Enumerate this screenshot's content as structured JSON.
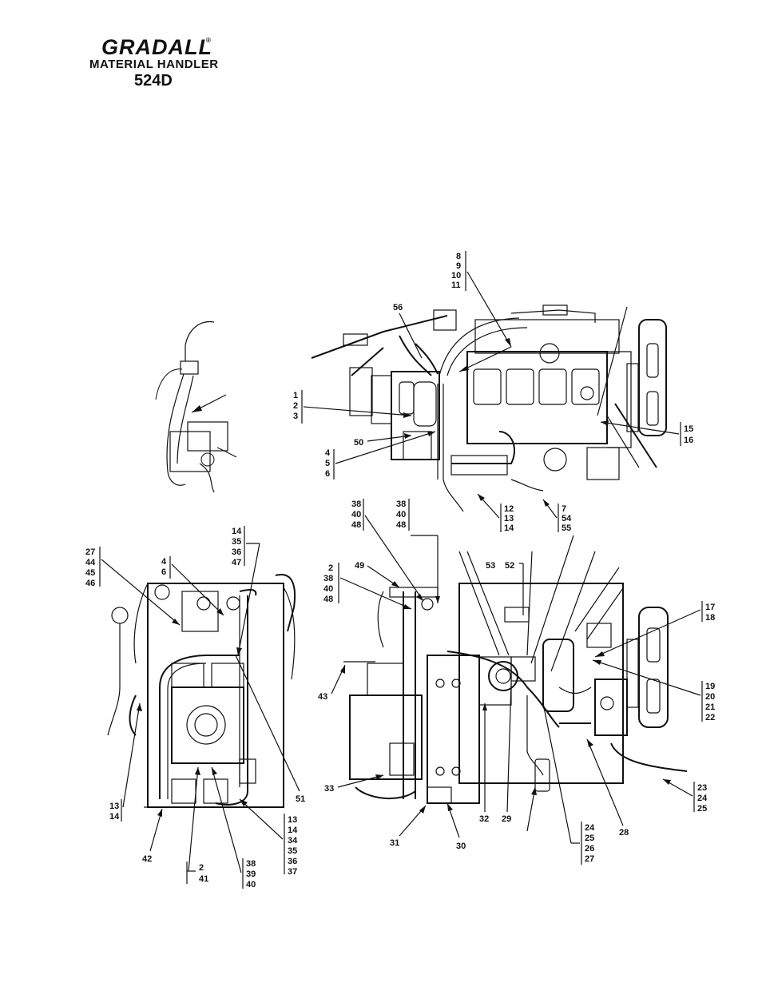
{
  "header": {
    "brand": "GRADALL",
    "registered_mark": "®",
    "subtitle": "MATERIAL HANDLER",
    "model": "524D"
  },
  "callouts": {
    "top": {
      "c8_11": [
        "8",
        "9",
        "10",
        "11"
      ],
      "c56": "56",
      "c1_3": [
        "1",
        "2",
        "3"
      ],
      "c50": "50",
      "c4_6": [
        "4",
        "5",
        "6"
      ],
      "c15_16": [
        "15",
        "16"
      ],
      "c12_14": [
        "12",
        "13",
        "14"
      ],
      "c7_55": [
        "7",
        "54",
        "55"
      ]
    },
    "left": {
      "c27_46": [
        "27",
        "44",
        "45",
        "46"
      ],
      "c4_6": [
        "4",
        "6"
      ],
      "c14_47": [
        "14",
        "35",
        "36",
        "47"
      ],
      "c13_14": [
        "13",
        "14"
      ],
      "c42": "42",
      "c2_41": [
        "2",
        "41"
      ],
      "c38_40": [
        "38",
        "39",
        "40"
      ],
      "c13_37": [
        "13",
        "14",
        "34",
        "35",
        "36",
        "37"
      ],
      "c51": "51"
    },
    "right": {
      "c38a": [
        "38",
        "40",
        "48"
      ],
      "c38b": [
        "38",
        "40",
        "48"
      ],
      "c49": "49",
      "c2_48": [
        "2",
        "38",
        "40",
        "48"
      ],
      "c53": "53",
      "c52": "52",
      "c17_18": [
        "17",
        "18"
      ],
      "c19_22": [
        "19",
        "20",
        "21",
        "22"
      ],
      "c43": "43",
      "c33": "33",
      "c23_25": [
        "23",
        "24",
        "25"
      ],
      "c31": "31",
      "c30": "30",
      "c32": "32",
      "c29": "29",
      "c28": "28",
      "c24_27": [
        "24",
        "25",
        "26",
        "27"
      ]
    }
  }
}
